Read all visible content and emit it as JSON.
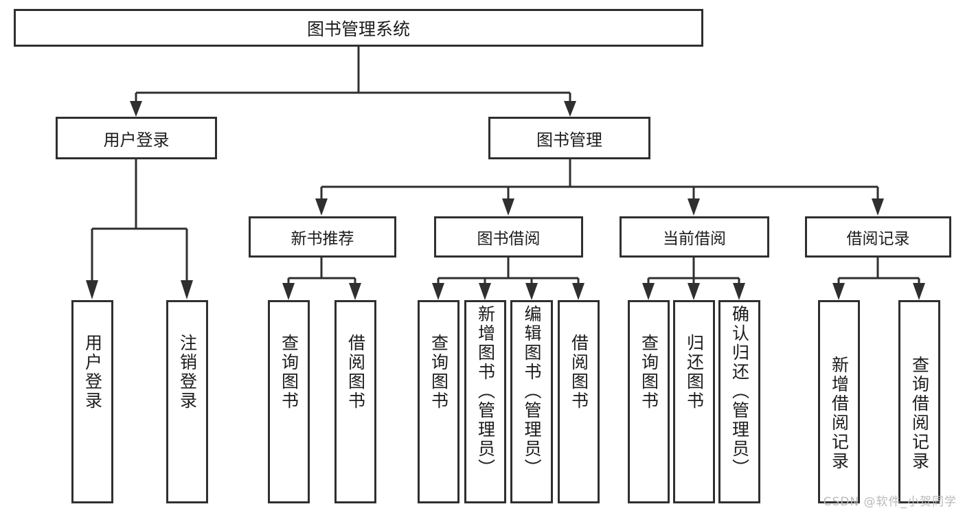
{
  "diagram": {
    "title": "图书管理系统",
    "type": "功能结构图",
    "root": {
      "label": "图书管理系统"
    },
    "level2": [
      {
        "label": "用户登录"
      },
      {
        "label": "图书管理"
      }
    ],
    "level3": [
      {
        "label": "新书推荐"
      },
      {
        "label": "图书借阅"
      },
      {
        "label": "当前借阅"
      },
      {
        "label": "借阅记录"
      }
    ],
    "leaves": {
      "user_login": [
        {
          "label": "用户登录"
        },
        {
          "label": "注销登录"
        }
      ],
      "new_book_recommend": [
        {
          "label": "查询图书"
        },
        {
          "label": "借阅图书"
        }
      ],
      "book_borrow": [
        {
          "label": "查询图书"
        },
        {
          "label": "新增图书（管理员）"
        },
        {
          "label": "编辑图书（管理员）"
        },
        {
          "label": "借阅图书"
        }
      ],
      "current_borrow": [
        {
          "label": "查询图书"
        },
        {
          "label": "归还图书"
        },
        {
          "label": "确认归还（管理员）"
        }
      ],
      "borrow_records": [
        {
          "label": "新增借阅记录"
        },
        {
          "label": "查询借阅记录"
        }
      ]
    }
  },
  "watermark": {
    "text": "CSDN @软件_小贺同学"
  },
  "colors": {
    "border": "#2f2f2f",
    "text": "#1c1c1c",
    "background": "#ffffff",
    "watermark": "#b9b9b9"
  }
}
